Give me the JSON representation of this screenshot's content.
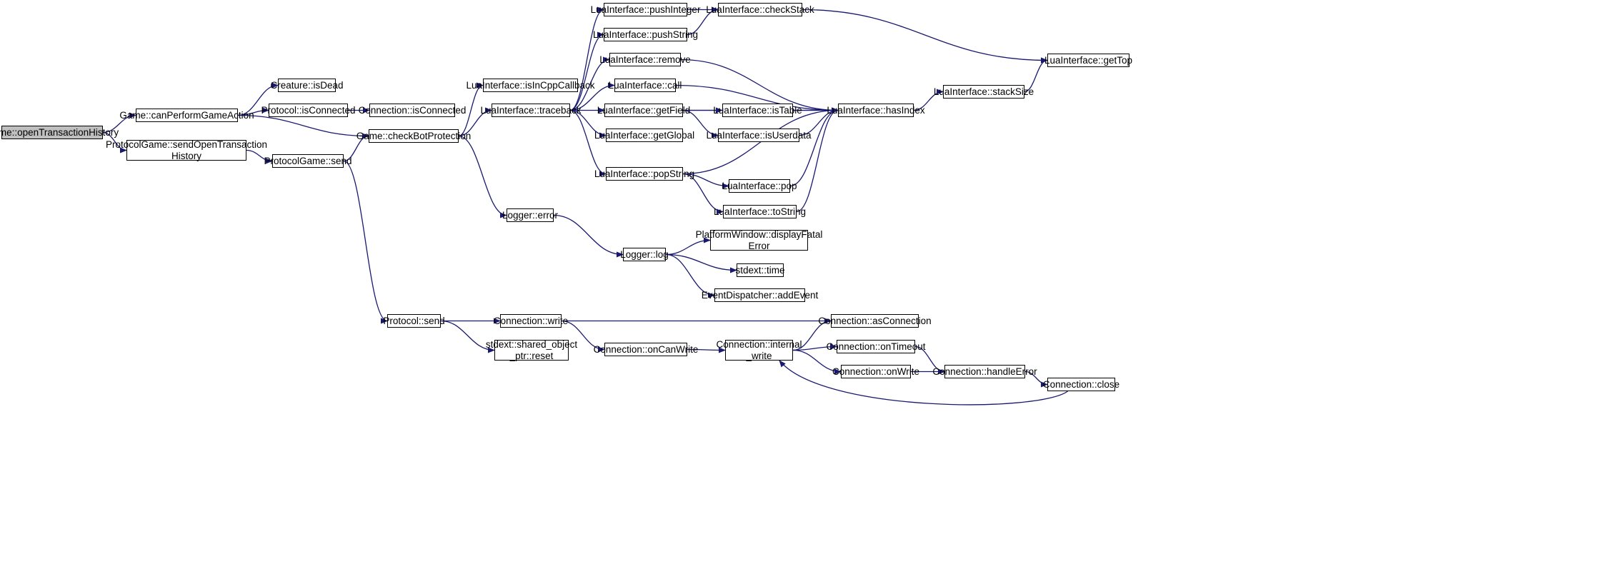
{
  "nodes": [
    {
      "id": "open_tx",
      "lines": [
        "Game::openTransactionHistory"
      ],
      "root": true
    },
    {
      "id": "can_perform",
      "lines": [
        "Game::canPerformGameAction"
      ]
    },
    {
      "id": "pg_send_open",
      "lines": [
        "ProtocolGame::sendOpenTransaction",
        "History"
      ]
    },
    {
      "id": "is_dead",
      "lines": [
        "Creature::isDead"
      ]
    },
    {
      "id": "proto_is_conn",
      "lines": [
        "Protocol::isConnected"
      ]
    },
    {
      "id": "conn_is_conn",
      "lines": [
        "Connection::isConnected"
      ]
    },
    {
      "id": "check_bot",
      "lines": [
        "Game::checkBotProtection"
      ]
    },
    {
      "id": "pg_send",
      "lines": [
        "ProtocolGame::send"
      ]
    },
    {
      "id": "lua_incpp",
      "lines": [
        "LuaInterface::isInCppCallback"
      ]
    },
    {
      "id": "lua_traceback",
      "lines": [
        "LuaInterface::traceback"
      ]
    },
    {
      "id": "push_int",
      "lines": [
        "LuaInterface::pushInteger"
      ]
    },
    {
      "id": "push_str",
      "lines": [
        "LuaInterface::pushString"
      ]
    },
    {
      "id": "check_stack",
      "lines": [
        "LuaInterface::checkStack"
      ]
    },
    {
      "id": "lua_remove",
      "lines": [
        "LuaInterface::remove"
      ]
    },
    {
      "id": "lua_call",
      "lines": [
        "LuaInterface::call"
      ]
    },
    {
      "id": "get_field",
      "lines": [
        "LuaInterface::getField"
      ]
    },
    {
      "id": "get_global",
      "lines": [
        "LuaInterface::getGlobal"
      ]
    },
    {
      "id": "pop_string",
      "lines": [
        "LuaInterface::popString"
      ]
    },
    {
      "id": "is_table",
      "lines": [
        "LuaInterface::isTable"
      ]
    },
    {
      "id": "is_userdata",
      "lines": [
        "LuaInterface::isUserdata"
      ]
    },
    {
      "id": "has_index",
      "lines": [
        "LuaInterface::hasIndex"
      ]
    },
    {
      "id": "lua_pop",
      "lines": [
        "LuaInterface::pop"
      ]
    },
    {
      "id": "to_string",
      "lines": [
        "LuaInterface::toString"
      ]
    },
    {
      "id": "stack_size",
      "lines": [
        "LuaInterface::stackSize"
      ]
    },
    {
      "id": "get_top",
      "lines": [
        "LuaInterface::getTop"
      ]
    },
    {
      "id": "logger_error",
      "lines": [
        "Logger::error"
      ]
    },
    {
      "id": "logger_log",
      "lines": [
        "Logger::log"
      ]
    },
    {
      "id": "display_fatal",
      "lines": [
        "PlatformWindow::displayFatal",
        "Error"
      ]
    },
    {
      "id": "stdext_time",
      "lines": [
        "stdext::time"
      ]
    },
    {
      "id": "add_event",
      "lines": [
        "EventDispatcher::addEvent"
      ]
    },
    {
      "id": "proto_send",
      "lines": [
        "Protocol::send"
      ]
    },
    {
      "id": "conn_write",
      "lines": [
        "Connection::write"
      ]
    },
    {
      "id": "shared_reset",
      "lines": [
        "stdext::shared_object",
        "_ptr::reset"
      ]
    },
    {
      "id": "on_can_write",
      "lines": [
        "Connection::onCanWrite"
      ]
    },
    {
      "id": "internal_write",
      "lines": [
        "Connection::internal",
        "_write"
      ]
    },
    {
      "id": "as_conn",
      "lines": [
        "Connection::asConnection"
      ]
    },
    {
      "id": "on_timeout",
      "lines": [
        "Connection::onTimeout"
      ]
    },
    {
      "id": "on_write",
      "lines": [
        "Connection::onWrite"
      ]
    },
    {
      "id": "handle_error",
      "lines": [
        "Connection::handleError"
      ]
    },
    {
      "id": "conn_close",
      "lines": [
        "Connection::close"
      ]
    }
  ],
  "edges": [
    [
      "open_tx",
      "can_perform"
    ],
    [
      "open_tx",
      "pg_send_open"
    ],
    [
      "can_perform",
      "is_dead"
    ],
    [
      "can_perform",
      "proto_is_conn"
    ],
    [
      "can_perform",
      "check_bot"
    ],
    [
      "proto_is_conn",
      "conn_is_conn"
    ],
    [
      "pg_send_open",
      "pg_send"
    ],
    [
      "pg_send",
      "check_bot"
    ],
    [
      "pg_send",
      "proto_send"
    ],
    [
      "check_bot",
      "lua_incpp"
    ],
    [
      "check_bot",
      "lua_traceback"
    ],
    [
      "check_bot",
      "logger_error"
    ],
    [
      "lua_traceback",
      "push_int"
    ],
    [
      "lua_traceback",
      "push_str"
    ],
    [
      "lua_traceback",
      "lua_remove"
    ],
    [
      "lua_traceback",
      "lua_call"
    ],
    [
      "lua_traceback",
      "get_field"
    ],
    [
      "lua_traceback",
      "get_global"
    ],
    [
      "lua_traceback",
      "pop_string"
    ],
    [
      "push_int",
      "check_stack"
    ],
    [
      "push_str",
      "check_stack"
    ],
    [
      "check_stack",
      "get_top"
    ],
    [
      "lua_remove",
      "has_index"
    ],
    [
      "lua_call",
      "has_index"
    ],
    [
      "get_field",
      "is_table"
    ],
    [
      "get_field",
      "is_userdata"
    ],
    [
      "get_field",
      "has_index"
    ],
    [
      "is_table",
      "has_index"
    ],
    [
      "is_userdata",
      "has_index"
    ],
    [
      "pop_string",
      "lua_pop"
    ],
    [
      "pop_string",
      "to_string"
    ],
    [
      "pop_string",
      "has_index"
    ],
    [
      "lua_pop",
      "has_index"
    ],
    [
      "to_string",
      "has_index"
    ],
    [
      "has_index",
      "stack_size"
    ],
    [
      "stack_size",
      "get_top"
    ],
    [
      "logger_error",
      "logger_log"
    ],
    [
      "logger_log",
      "display_fatal"
    ],
    [
      "logger_log",
      "stdext_time"
    ],
    [
      "logger_log",
      "add_event"
    ],
    [
      "proto_send",
      "conn_write"
    ],
    [
      "proto_send",
      "shared_reset"
    ],
    [
      "conn_write",
      "as_conn"
    ],
    [
      "conn_write",
      "on_can_write"
    ],
    [
      "on_can_write",
      "internal_write"
    ],
    [
      "internal_write",
      "as_conn"
    ],
    [
      "internal_write",
      "on_timeout"
    ],
    [
      "internal_write",
      "on_write"
    ],
    [
      "on_timeout",
      "handle_error"
    ],
    [
      "on_write",
      "handle_error"
    ],
    [
      "handle_error",
      "conn_close"
    ],
    [
      "conn_close",
      "internal_write"
    ]
  ],
  "colors": {
    "edge": "#191970",
    "node_border": "#000000",
    "root_fill": "#bfbfbf",
    "node_fill": "#ffffff"
  }
}
